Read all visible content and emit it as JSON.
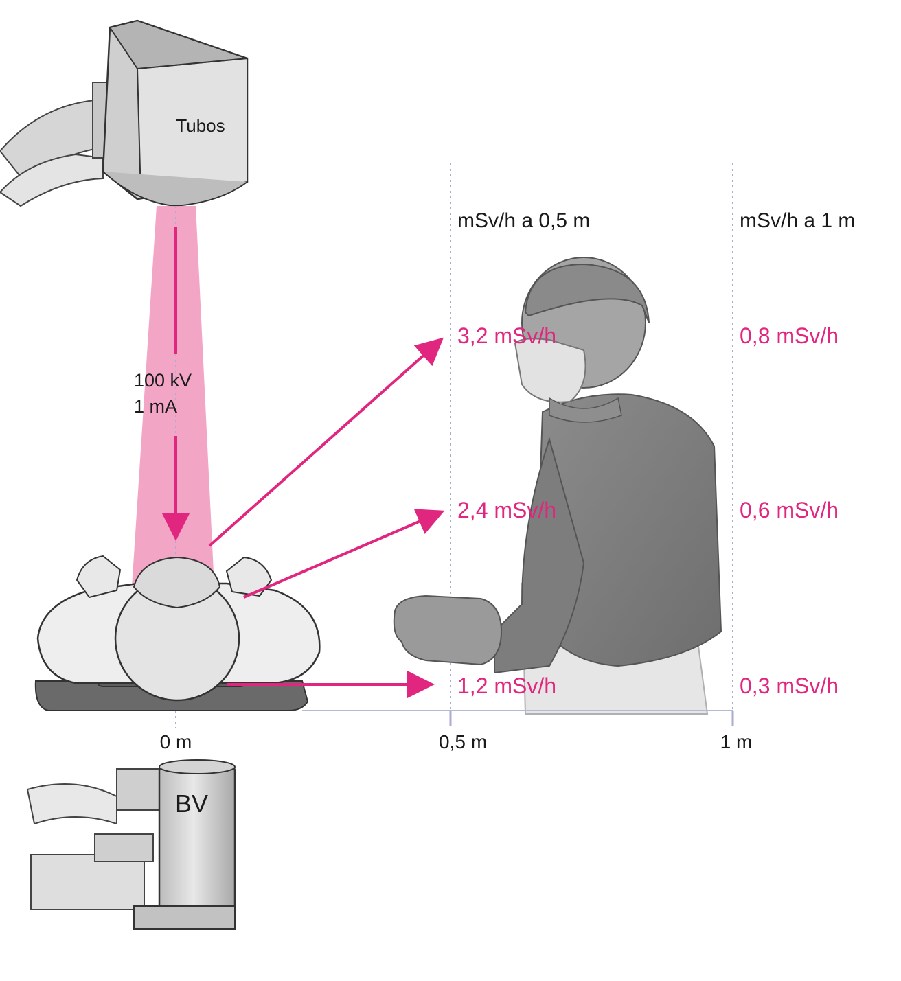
{
  "labels": {
    "tube": "Tubos",
    "intensifier": "BV",
    "kv": "100 kV",
    "ma": "1 mA",
    "header_half_m": "mSv/h a 0,5 m",
    "header_one_m": "mSv/h a 1 m"
  },
  "distance_axis": {
    "ticks": [
      "0 m",
      "0,5 m",
      "1 m"
    ]
  },
  "dose_rates": {
    "half_m": [
      "3,2 mSv/h",
      "2,4 mSv/h",
      "1,2 mSv/h"
    ],
    "one_m": [
      "0,8 mSv/h",
      "0,6 mSv/h",
      "0,3 mSv/h"
    ]
  },
  "colors": {
    "accent": "#e0267f",
    "beam": "#f29bbf",
    "grey_fill": "#d8d8d8",
    "grey_dark": "#7a7a7a",
    "guide": "#a9aed0"
  },
  "icons": {
    "tube": "xray-tube-icon",
    "intensifier": "image-intensifier-icon",
    "patient": "patient-figure-icon",
    "surgeon": "surgeon-figure-icon"
  }
}
